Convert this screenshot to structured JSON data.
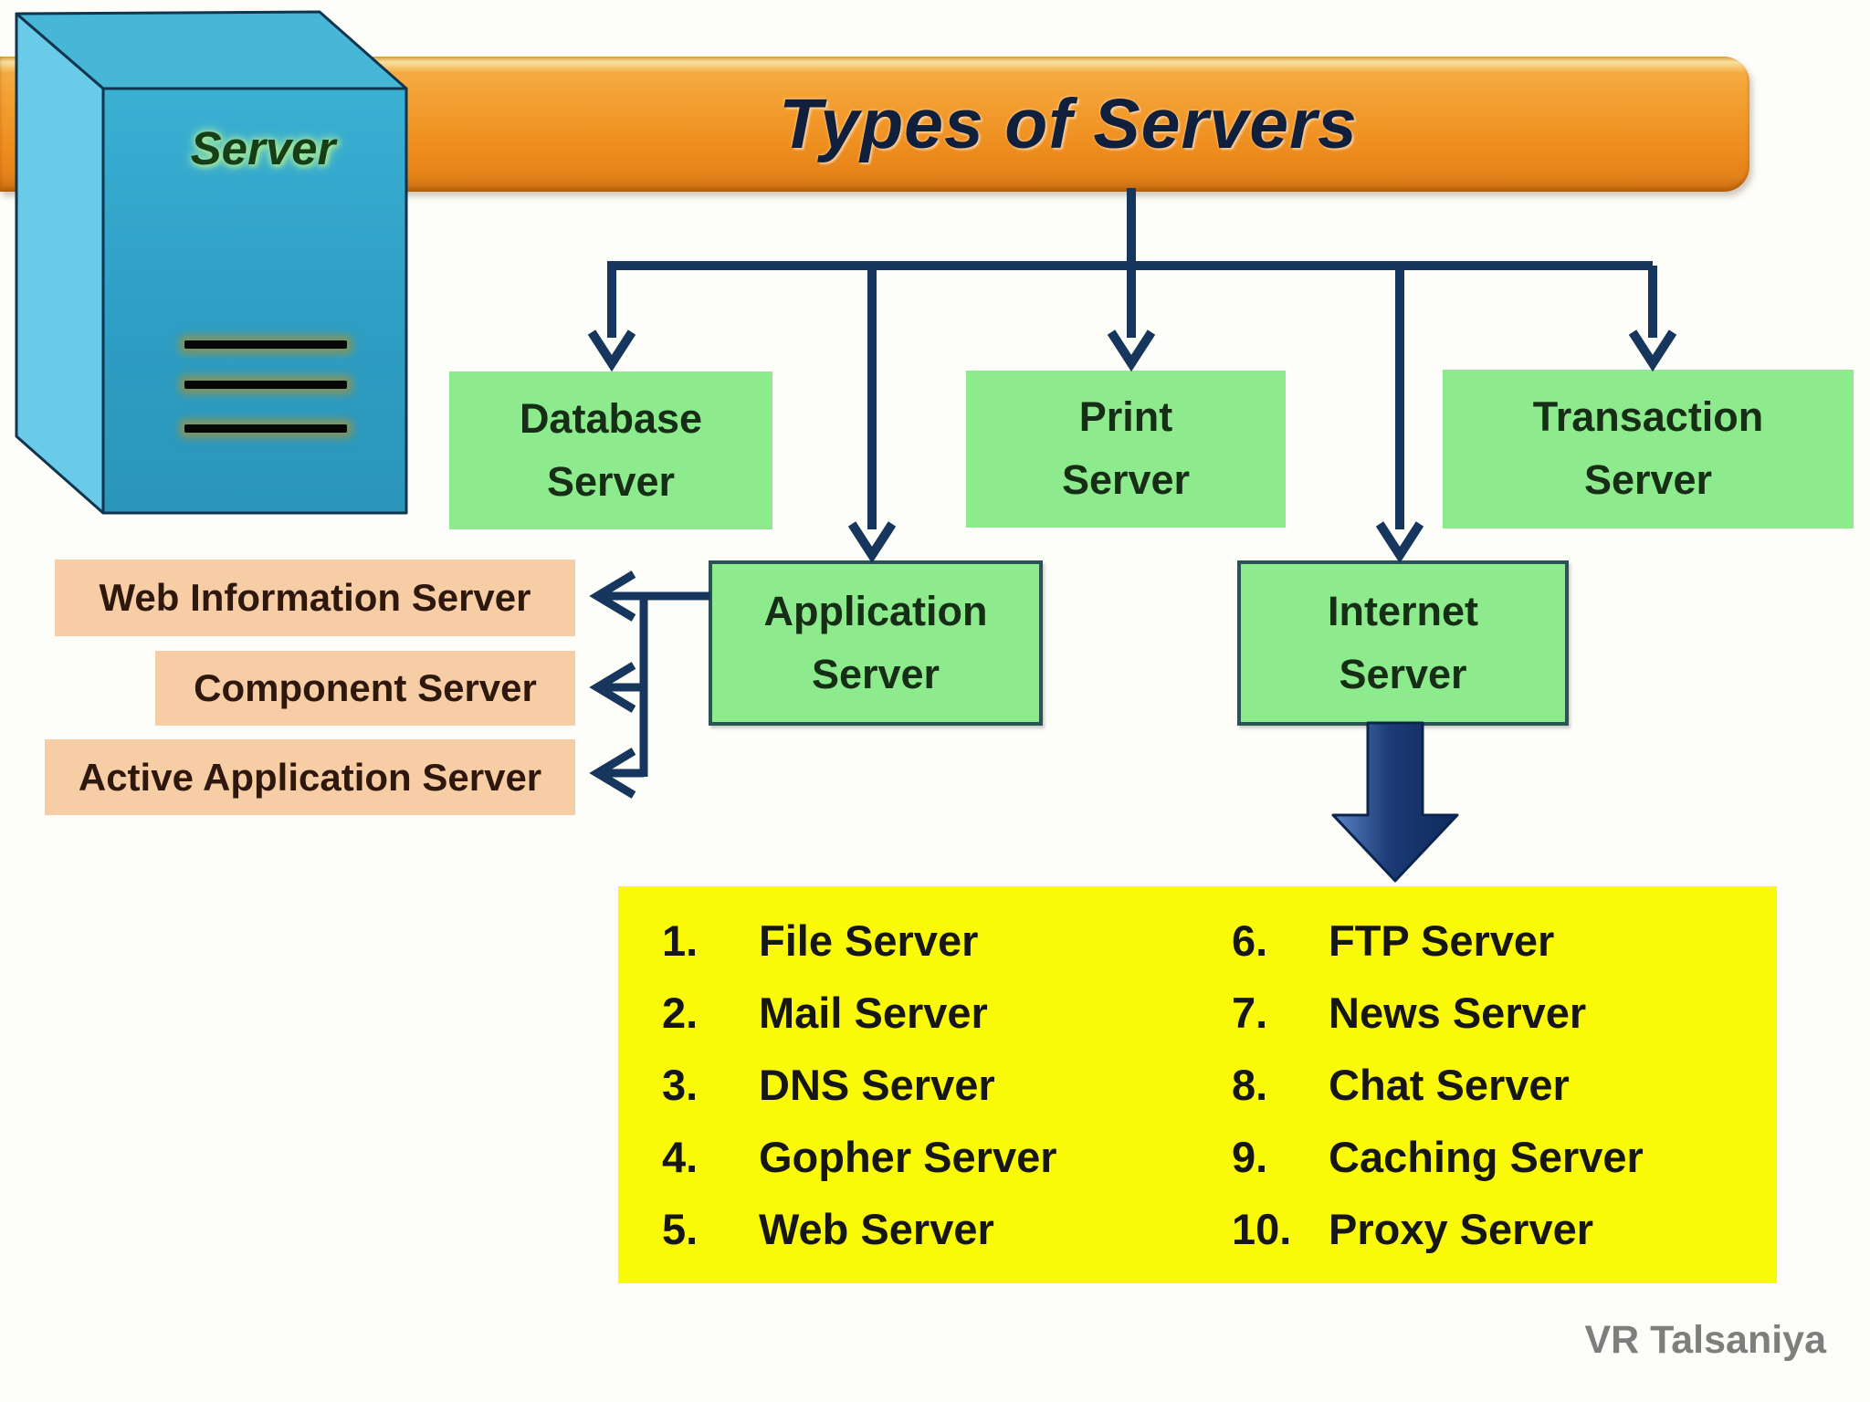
{
  "banner": {
    "title": "Types of Servers",
    "bg_color": "#F09324",
    "text_color": "#101F3C"
  },
  "server_tower": {
    "label": "Server",
    "front_color": "#2FA5CA",
    "side_color": "#69CBE7",
    "top_color": "#47B6D7",
    "label_color": "#173F17"
  },
  "nodes": {
    "fill_color": "#8DEB8D",
    "database": {
      "line1": "Database",
      "line2": "Server"
    },
    "print": {
      "line1": "Print",
      "line2": "Server"
    },
    "transaction": {
      "line1": "Transaction",
      "line2": "Server"
    },
    "application": {
      "line1": "Application",
      "line2": "Server"
    },
    "internet": {
      "line1": "Internet",
      "line2": "Server"
    }
  },
  "branches": [
    {
      "label": "Web Information Server"
    },
    {
      "label": "Component Server"
    },
    {
      "label": "Active Application Server"
    }
  ],
  "branches_fill_color": "#F7CDA5",
  "yellow_list": {
    "panel_color": "#FAFA08",
    "left": [
      {
        "num": "1.",
        "label": "File Server"
      },
      {
        "num": "2.",
        "label": "Mail Server"
      },
      {
        "num": "3.",
        "label": "DNS Server"
      },
      {
        "num": "4.",
        "label": "Gopher Server"
      },
      {
        "num": "5.",
        "label": "Web Server"
      }
    ],
    "right": [
      {
        "num": "6.",
        "label": "FTP Server"
      },
      {
        "num": "7.",
        "label": "News Server"
      },
      {
        "num": "8.",
        "label": "Chat Server"
      },
      {
        "num": "9.",
        "label": "Caching Server"
      },
      {
        "num": "10.",
        "label": "Proxy Server"
      }
    ]
  },
  "connector_color": "#17365D",
  "credit": "VR Talsaniya"
}
